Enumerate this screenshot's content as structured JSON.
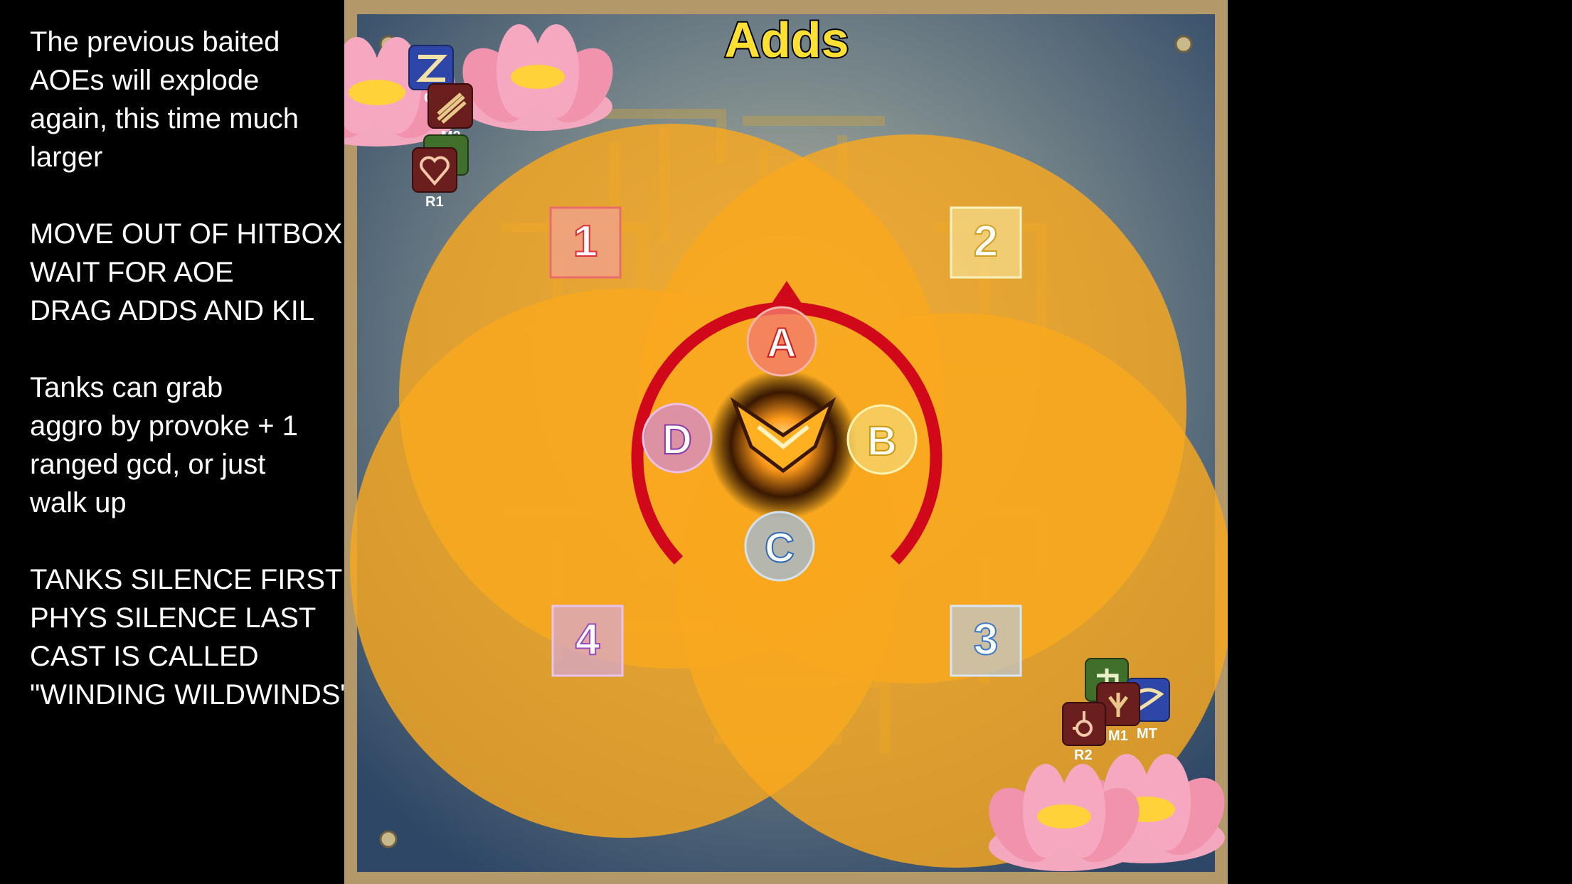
{
  "notes": [
    [
      "The previous baited",
      "AOEs will explode",
      "again, this time much",
      "larger"
    ],
    [
      "MOVE OUT OF HITBOX",
      "WAIT FOR AOE",
      "DRAG ADDS AND KIL"
    ],
    [
      "Tanks can grab",
      "aggro by provoke + 1",
      "ranged gcd, or just",
      "walk up"
    ],
    [
      "TANKS SILENCE FIRST",
      "PHYS SILENCE LAST",
      "CAST IS CALLED",
      "\"WINDING WILDWINDS\""
    ]
  ],
  "arena": {
    "title": "Adds",
    "waymarks": {
      "n1": "1",
      "n2": "2",
      "n3": "3",
      "n4": "4",
      "a": "A",
      "b": "B",
      "c": "C",
      "d": "D"
    },
    "players": {
      "top_left": [
        "C",
        "M2",
        "",
        "R1"
      ],
      "bottom_right": [
        "R2",
        "M1",
        "MT"
      ]
    }
  },
  "colors": {
    "aoe": "#f9a81f",
    "arrow": "#d0081a",
    "floor": "#2e4766",
    "border": "#b3986a",
    "title": "#ffe033",
    "lotus": "#f6a0b6",
    "healer_job": "#3f6f2b",
    "dps_job": "#6b1e1e",
    "tank_job": "#2d46a7"
  }
}
